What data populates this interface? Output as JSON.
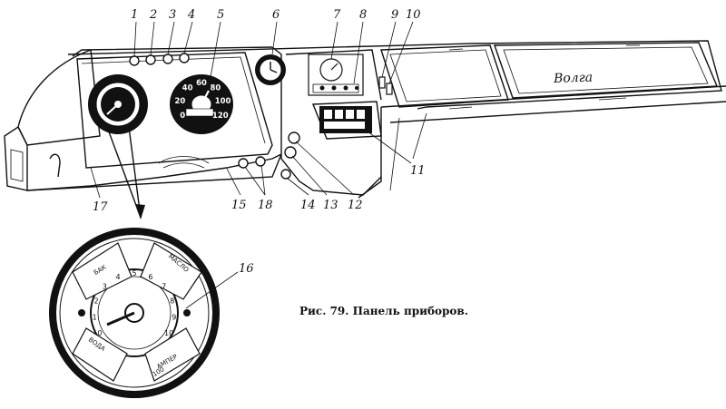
{
  "figure": {
    "caption": "Рис. 79. Панель приборов.",
    "callouts": [
      "1",
      "2",
      "3",
      "4",
      "5",
      "6",
      "7",
      "8",
      "9",
      "10",
      "11",
      "12",
      "13",
      "14",
      "15",
      "16",
      "17",
      "18"
    ],
    "logo_text": "Волга",
    "speedometer_scale": [
      "0",
      "20",
      "40",
      "60",
      "80",
      "100",
      "120"
    ],
    "tachometer_scale": [
      "0",
      "1",
      "2",
      "3",
      "4",
      "5",
      "6",
      "7",
      "8",
      "9",
      "10"
    ],
    "gauge_labels": {
      "fuel": "БАК",
      "oil": "МАСЛО",
      "water": "ВОДА",
      "ammeter": "АМПЕР",
      "ammeter_value": "100"
    }
  }
}
